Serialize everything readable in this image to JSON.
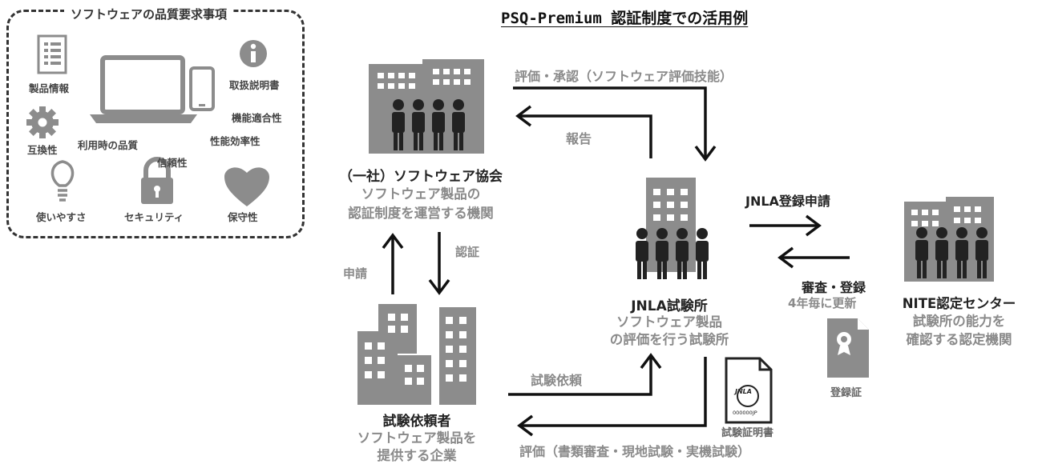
{
  "title": "PSQ-Premium 認証制度での活用例",
  "quality_panel": {
    "title": "ソフトウェアの品質要求事項",
    "items": {
      "product_info": "製品情報",
      "manual": "取扱説明書",
      "functional": "機能適合性",
      "compat": "互換性",
      "in_use": "利用時の品質",
      "performance": "性能効率性",
      "reliability": "信頼性",
      "usability": "使いやすさ",
      "security": "セキュリティ",
      "maintain": "保守性"
    }
  },
  "association": {
    "name": "（一社）ソフトウェア協会",
    "desc1": "ソフトウェア製品の",
    "desc2": "認証制度を運営する機関"
  },
  "jnla_lab": {
    "name": "JNLA試験所",
    "desc1": "ソフトウェア製品",
    "desc2": "の評価を行う試験所"
  },
  "nite": {
    "name": "NITE認定センター",
    "desc1": "試験所の能力を",
    "desc2": "確認する認定機関"
  },
  "client": {
    "name": "試験依頼者",
    "desc1": "ソフトウェア製品を",
    "desc2": "提供する企業"
  },
  "flows": {
    "evaluate_approve": "評価・承認（ソフトウェア評価技能）",
    "report": "報告",
    "jnla_register": "JNLA登録申請",
    "review_register": "審査・登録",
    "renew": "4年毎に更新",
    "apply": "申請",
    "certify": "認証",
    "test_request": "試験依頼",
    "evaluation": "評価（書類審査・現地試験・実機試験）"
  },
  "documents": {
    "test_certificate": "試験証明書",
    "registration_certificate": "登録証",
    "badge_text": "JNLA",
    "badge_code": "000000JP"
  },
  "colors": {
    "icon": "#8c8c8c",
    "dark": "#222222",
    "gray": "#8a8a8a",
    "arrow": "#111111"
  }
}
